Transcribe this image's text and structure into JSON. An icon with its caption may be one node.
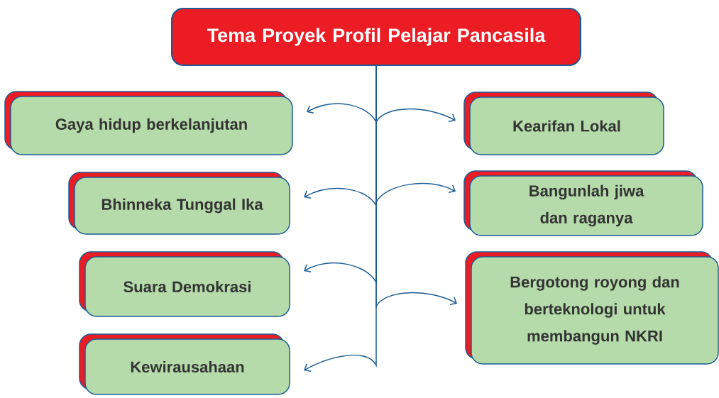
{
  "diagram": {
    "nodes": [
      {
        "text": [
          "Tema Proyek Profil Pelajar Pancasila"
        ]
      },
      {
        "text": [
          "Gaya hidup berkelanjutan"
        ]
      },
      {
        "text": [
          "Kearifan Lokal"
        ]
      },
      {
        "text": [
          "Bhinneka Tunggal Ika"
        ]
      },
      {
        "text": [
          "Bangunlah jiwa dan raganya"
        ]
      },
      {
        "text": [
          "Suara Demokrasi"
        ]
      },
      {
        "text": [
          "Bergotong royong dan berteknologi untuk membangun NKRI"
        ]
      },
      {
        "text": [
          "Kewirausahaan"
        ]
      }
    ],
    "edges": [
      {
        "from": 0,
        "to": 1,
        "arrow": "to"
      },
      {
        "from": 0,
        "to": 2,
        "arrow": "to"
      },
      {
        "from": 0,
        "to": 3,
        "arrow": "to"
      },
      {
        "from": 0,
        "to": 4,
        "arrow": "to"
      },
      {
        "from": 0,
        "to": 5,
        "arrow": "to"
      },
      {
        "from": 0,
        "to": 6,
        "arrow": "to"
      },
      {
        "from": 0,
        "to": 7,
        "arrow": "to"
      }
    ]
  }
}
